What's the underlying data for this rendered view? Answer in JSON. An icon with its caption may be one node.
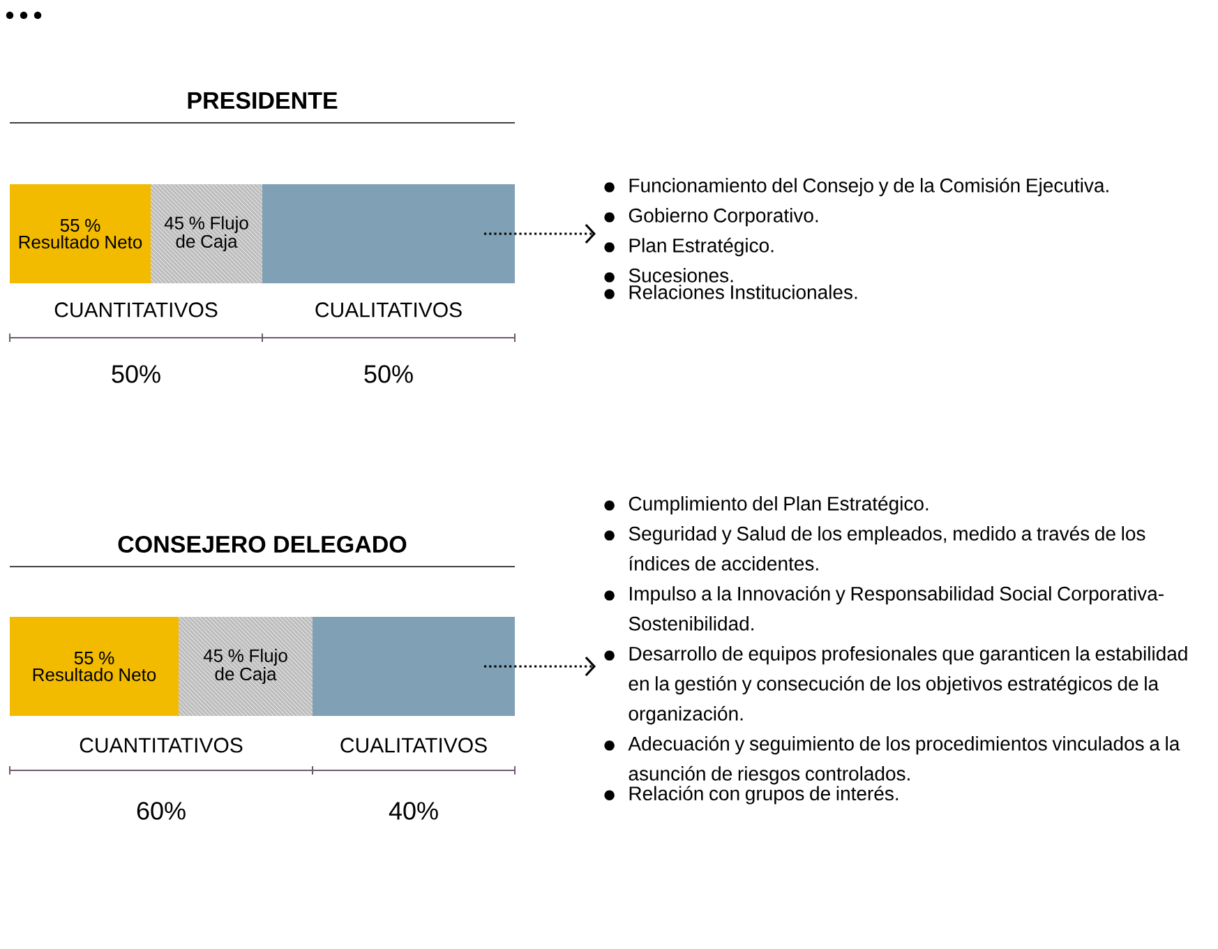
{
  "diagram": {
    "nodes": [
      {
        "text": [
          "55 % Resultado Neto"
        ]
      },
      {
        "text": [
          "45 % Flujo de Caja"
        ]
      },
      {
        "text": [],
        "shape": "box"
      },
      {
        "text": [
          "Funcionamiento del Consejo y de la Comisión Ejecutiva.",
          "Gobierno Corporativo.",
          "Plan Estratégico.",
          "Sucesiones.",
          "Relaciones Institucionales."
        ]
      },
      {
        "text": [
          "55 % Resultado Neto"
        ]
      },
      {
        "text": [
          "45 % Flujo de Caja"
        ]
      },
      {
        "text": [],
        "shape": "box"
      },
      {
        "text": [
          "Cumplimiento del Plan Estratégico.",
          "Seguridad y Salud de los empleados, medido a través de los índices de accidentes.",
          "Impulso a la Innovación y Responsabilidad Social Corporativa-Sostenibilidad.",
          "Desarrollo de equipos profesionales que garanticen la estabilidad en la gestión y consecución de los objetivos estratégicos de la organización.",
          "Adecuación y seguimiento de los procedimientos vinculados a la asunción de riesgos controlados.",
          "Relación con grupos de interés."
        ]
      }
    ],
    "edges": [
      {
        "from": 2,
        "to": 3,
        "arrow": "to"
      },
      {
        "from": 6,
        "to": 7,
        "arrow": "to"
      }
    ],
    "labels": [
      "PRESIDENTE",
      "CUANTITATIVOS",
      "CUALITATIVOS",
      "50%",
      "50%",
      "CONSEJERO DELEGADO",
      "CUANTITATIVOS",
      "CUALITATIVOS",
      "60%",
      "40%"
    ]
  }
}
